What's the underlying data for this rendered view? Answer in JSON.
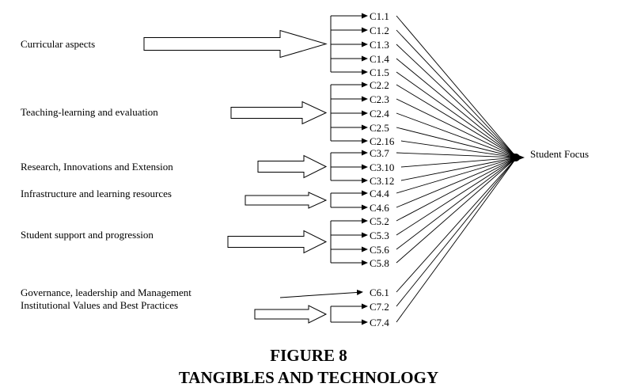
{
  "groups": [
    {
      "label": "Curricular aspects",
      "codes": [
        "C1.1",
        "C1.2",
        "C1.3",
        "C1.4",
        "C1.5"
      ],
      "arrow": "block"
    },
    {
      "label": "Teaching-learning and evaluation",
      "codes": [
        "C2.2",
        "C2.3",
        "C2.4",
        "C2.5",
        "C2.16"
      ],
      "arrow": "block"
    },
    {
      "label": "Research, Innovations and Extension",
      "codes": [
        "C3.7",
        "C3.10",
        "C3.12"
      ],
      "arrow": "block"
    },
    {
      "label": "Infrastructure and learning resources",
      "codes": [
        "C4.4",
        "C4.6"
      ],
      "arrow": "block"
    },
    {
      "label": "Student support and progression",
      "codes": [
        "C5.2",
        "C5.3",
        "C5.6",
        "C5.8"
      ],
      "arrow": "block"
    },
    {
      "label": "Governance, leadership and Management",
      "codes": [
        "C6.1"
      ],
      "arrow": "line"
    },
    {
      "label": "Institutional Values and Best Practices",
      "codes": [
        "C7.2",
        "C7.4"
      ],
      "arrow": "block"
    }
  ],
  "target": "Student Focus",
  "caption": {
    "figure": "FIGURE 8",
    "title": "TANGIBLES AND TECHNOLOGY"
  }
}
